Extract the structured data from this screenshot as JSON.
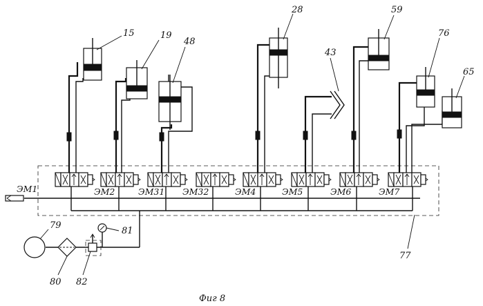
{
  "figure": {
    "caption": "Фиг 8"
  },
  "valve_labels": [
    "ЭМ1",
    "ЭМ2",
    "ЭМ31",
    "ЭМ32",
    "ЭМ4",
    "ЭМ5",
    "ЭМ6",
    "ЭМ7"
  ],
  "cylinder_labels": [
    "15",
    "19",
    "48",
    "28",
    "59",
    "76",
    "65"
  ],
  "motor_label": "43",
  "supply_labels": {
    "pump": "79",
    "filter": "80",
    "gauge": "81",
    "valve": "82"
  },
  "block_label": "77"
}
